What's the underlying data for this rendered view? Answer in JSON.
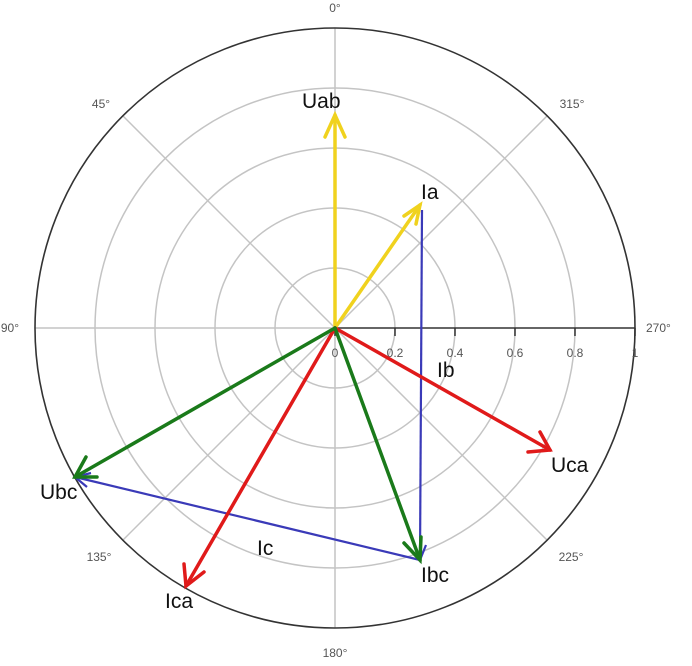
{
  "colors": {
    "yellow": "#f0d21e",
    "red": "#e01a1a",
    "green": "#1a7a1a",
    "blue": "#3a3ab8",
    "grid": "#c4c4c4",
    "axis": "#333333"
  },
  "angle_labels": {
    "a0": "0°",
    "a45": "45°",
    "a90": "90°",
    "a135": "135°",
    "a180": "180°",
    "a225": "225°",
    "a270": "270°",
    "a315": "315°"
  },
  "radial_ticks": {
    "t0": "0",
    "t02": "0.2",
    "t04": "0.4",
    "t06": "0.6",
    "t08": "0.8",
    "t1": "1"
  },
  "phasor_labels": {
    "uab": "Uab",
    "ia": "Ia",
    "ib": "Ib",
    "uca": "Uca",
    "ubc": "Ubc",
    "ibc": "Ibc",
    "ic": "Ic",
    "ica": "Ica"
  }
}
